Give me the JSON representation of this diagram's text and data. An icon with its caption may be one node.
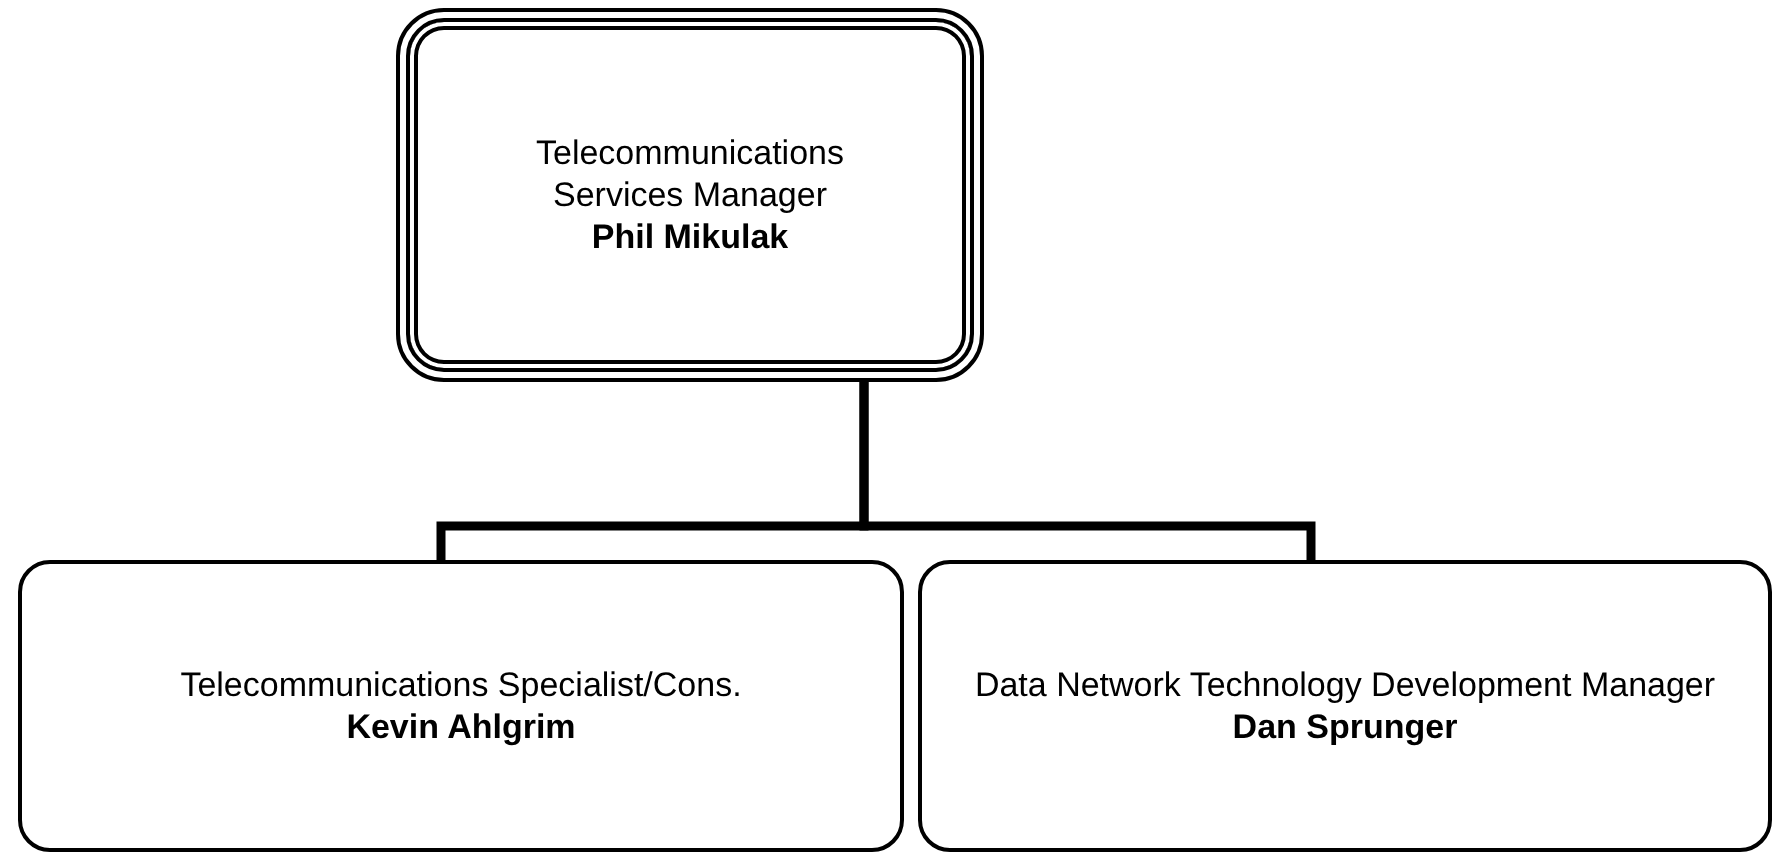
{
  "diagram": {
    "nodes": [
      {
        "text": [
          "Telecommunications Services Manager",
          "Phil Mikulak"
        ]
      },
      {
        "text": [
          "Telecommunications Specialist/Cons.",
          "Kevin Ahlgrim"
        ]
      },
      {
        "text": [
          "Data Network Technology Development Manager",
          "Dan Sprunger"
        ]
      }
    ],
    "edges": [
      {
        "from": 0,
        "to": 1,
        "arrow": "none"
      },
      {
        "from": 0,
        "to": 2,
        "arrow": "none"
      }
    ]
  }
}
